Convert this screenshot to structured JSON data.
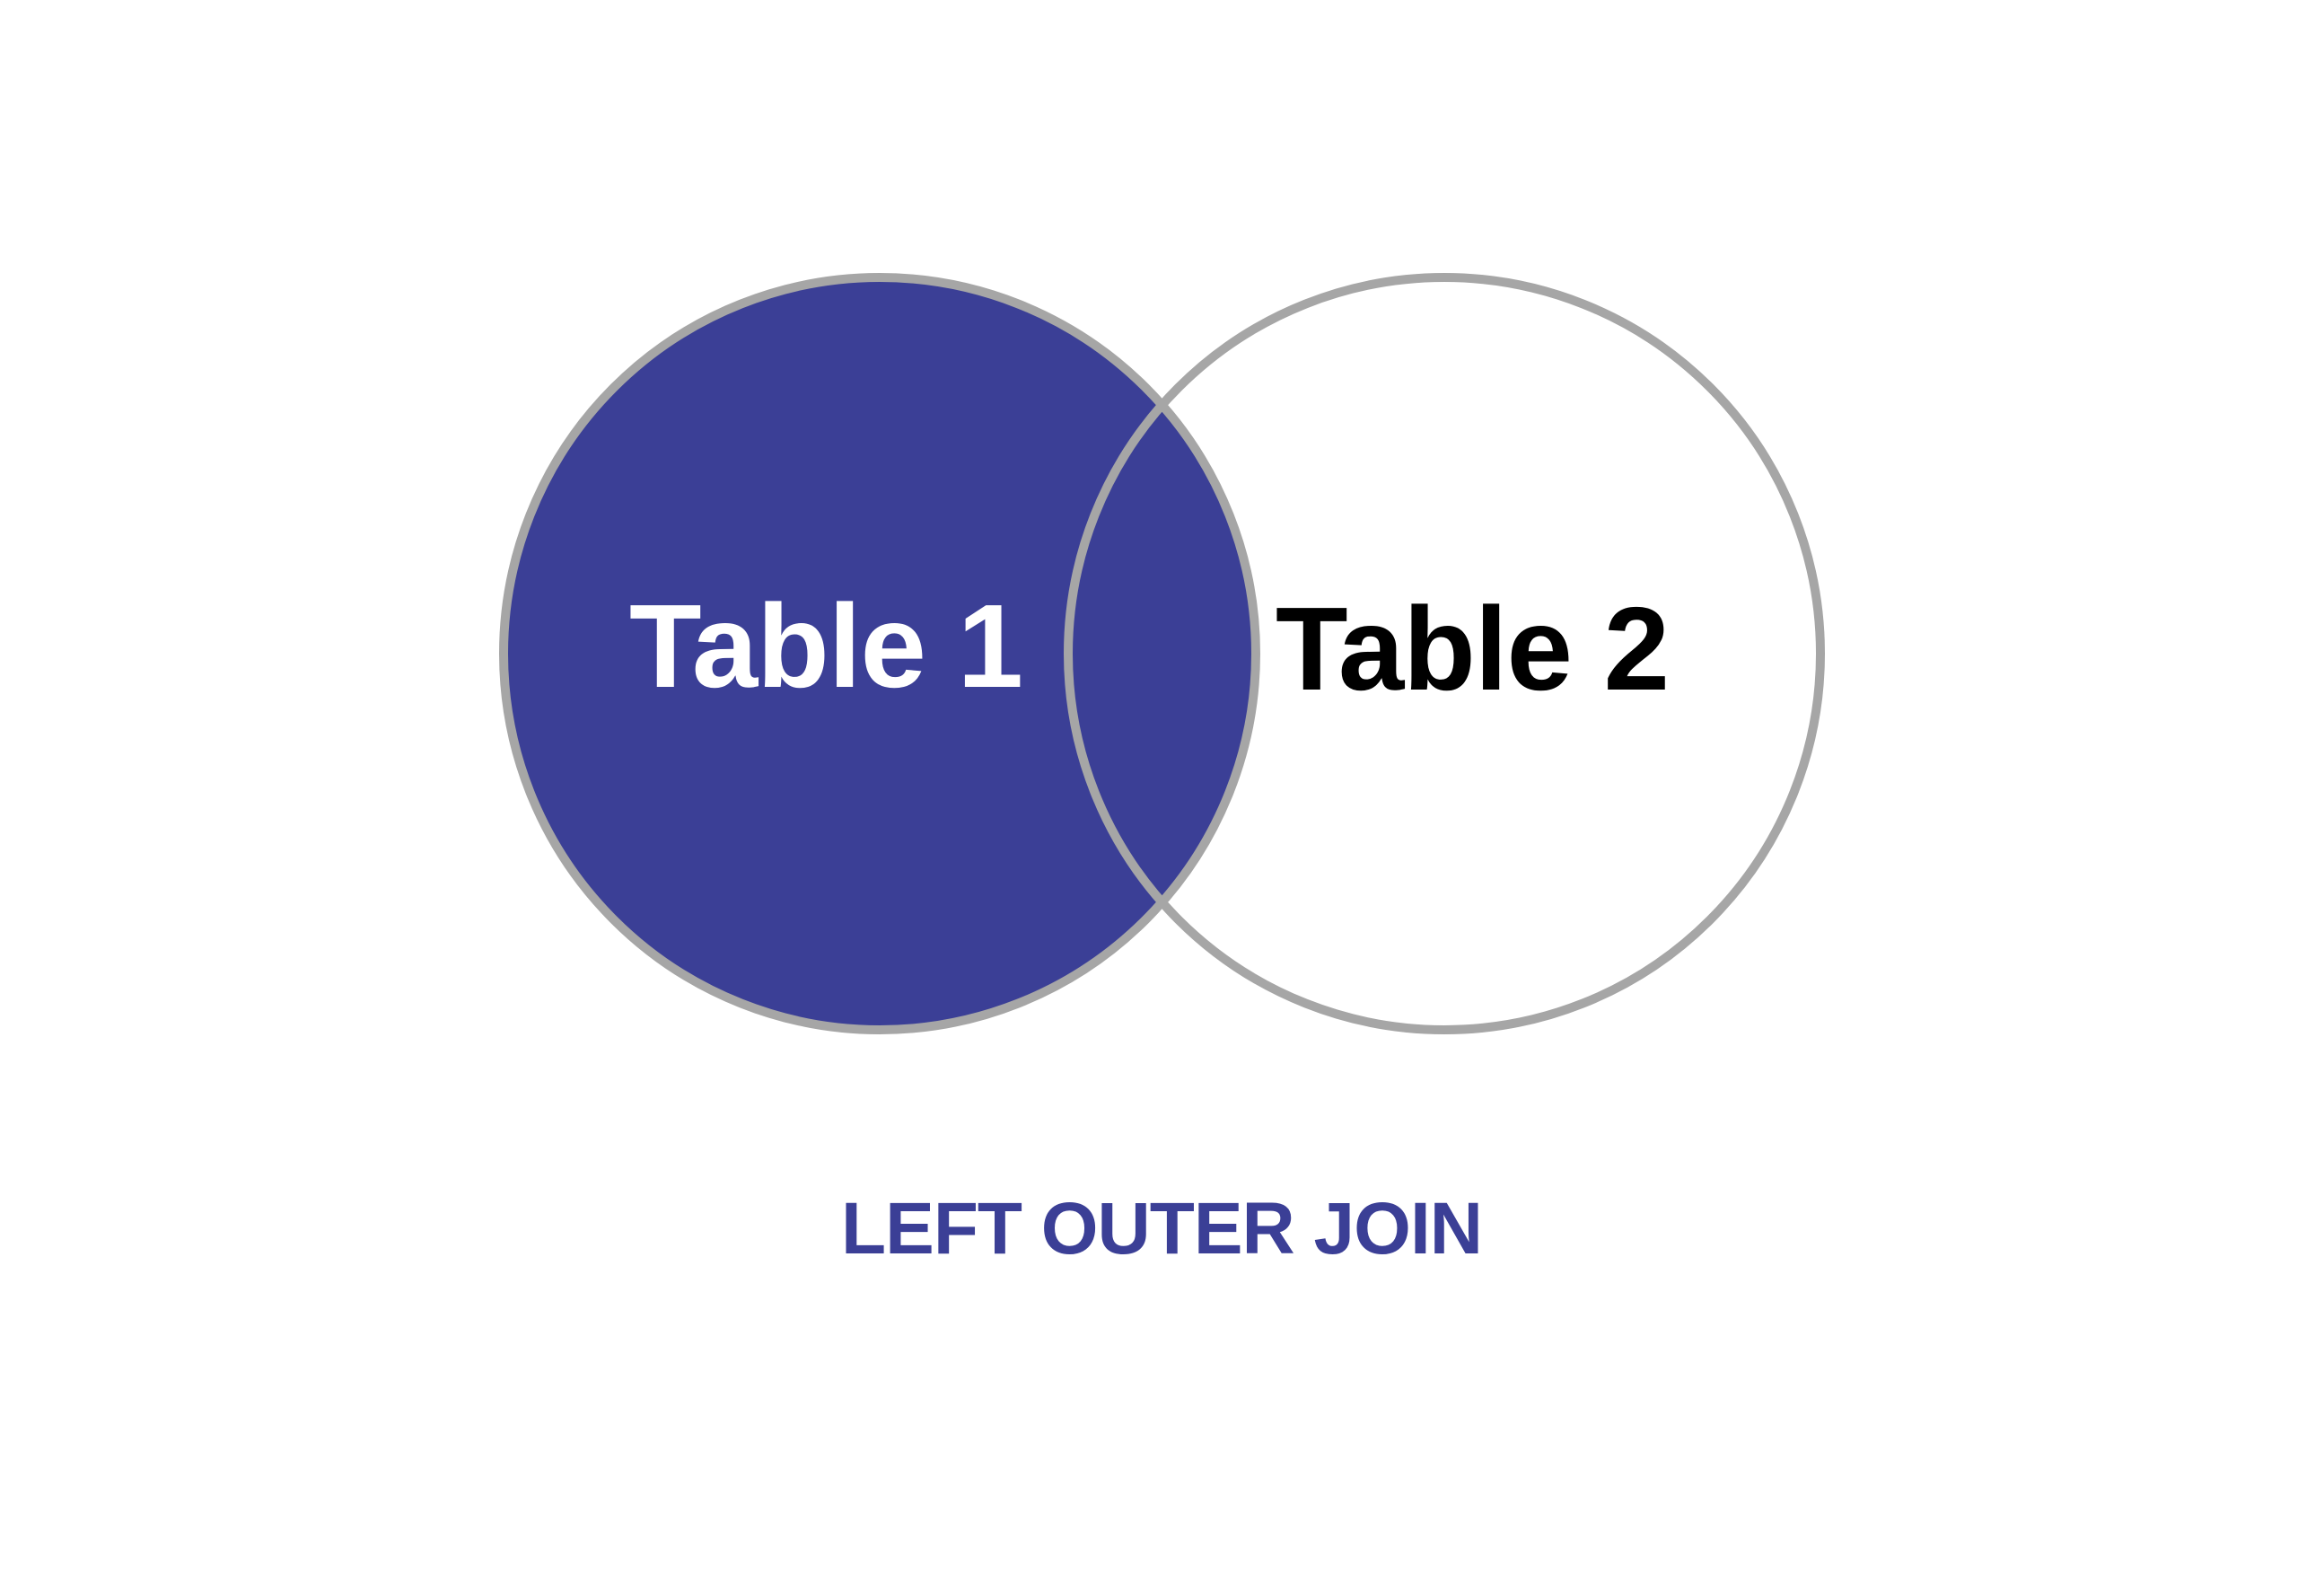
{
  "diagram": {
    "type": "venn",
    "left_set": {
      "label": "Table 1",
      "highlighted": true
    },
    "right_set": {
      "label": "Table 2",
      "highlighted": false
    },
    "caption": "LEFT OUTER JOIN"
  },
  "colors": {
    "fill": "#3b3f96",
    "outline": "#a6a6a6",
    "left_label": "#ffffff",
    "right_label": "#000000",
    "caption": "#3b3f96",
    "background": "#ffffff"
  }
}
